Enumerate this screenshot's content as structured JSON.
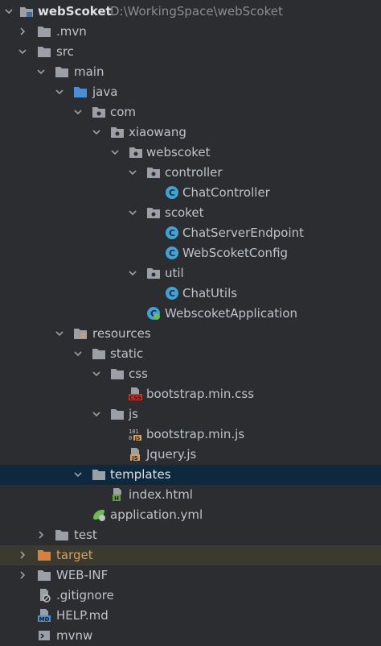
{
  "project": {
    "name": "webScoket",
    "path": "D:\\WorkingSpace\\webScoket"
  },
  "items": {
    "mvn": ".mvn",
    "src": "src",
    "main": "main",
    "java": "java",
    "com": "com",
    "xiaowang": "xiaowang",
    "webscoket": "webscoket",
    "controller": "controller",
    "chat_controller": "ChatController",
    "scoket": "scoket",
    "chat_server_endpoint": "ChatServerEndpoint",
    "web_scoket_config": "WebScoketConfig",
    "util": "util",
    "chat_utils": "ChatUtils",
    "webscoket_application": "WebscoketApplication",
    "resources": "resources",
    "static": "static",
    "css": "css",
    "bootstrap_css": "bootstrap.min.css",
    "js": "js",
    "bootstrap_js": "bootstrap.min.js",
    "jquery_js": "Jquery.js",
    "templates": "templates",
    "index_html": "index.html",
    "application_yml": "application.yml",
    "test": "test",
    "target": "target",
    "web_inf": "WEB-INF",
    "gitignore": ".gitignore",
    "help_md": "HELP.md",
    "mvnw": "mvnw"
  },
  "colors": {
    "background": "#2b2d30",
    "selected_row": "#0d293e",
    "excluded_row": "#3a3a2f",
    "folder": "#9aa0a6",
    "source_folder": "#4a8fd6",
    "excluded_folder": "#d9813a",
    "class_icon": "#3fa3d6"
  }
}
